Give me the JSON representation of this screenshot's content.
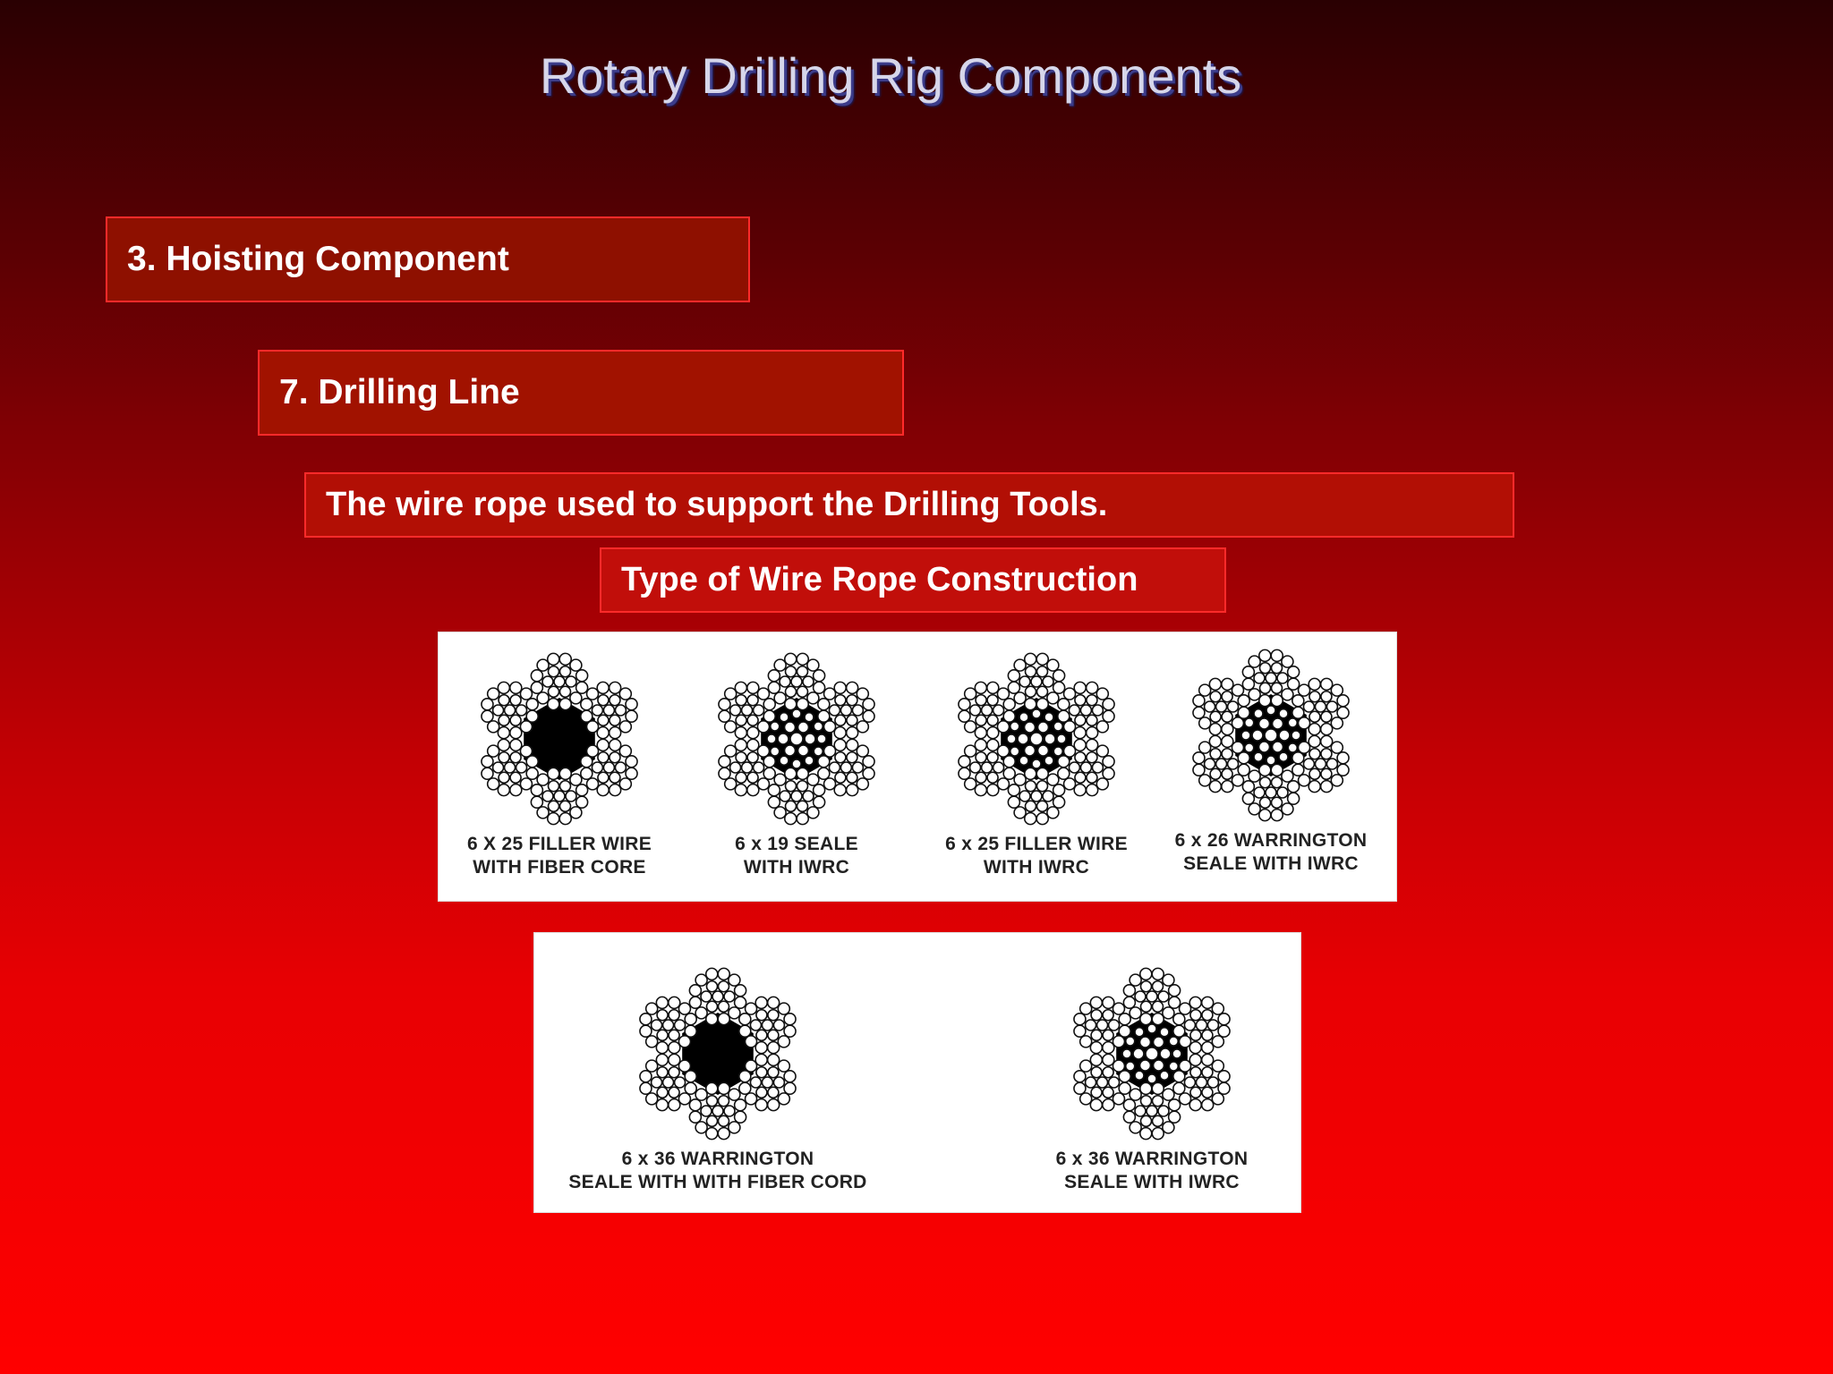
{
  "slide": {
    "title": "Rotary Drilling Rig Components",
    "heading_hoisting": "3. Hoisting Component",
    "heading_drilling_line": "7. Drilling Line",
    "definition": "The wire rope used to support the Drilling Tools.",
    "subheading": "Type of Wire Rope Construction"
  },
  "ropes": [
    {
      "line1": "6 X 25 FILLER WIRE",
      "line2": "WITH FIBER CORE",
      "core": "fiber"
    },
    {
      "line1": "6 x 19 SEALE",
      "line2": "WITH IWRC",
      "core": "iwrc"
    },
    {
      "line1": "6 x 25 FILLER WIRE",
      "line2": "WITH IWRC",
      "core": "iwrc"
    },
    {
      "line1": "6 x 26  WARRINGTON",
      "line2": "SEALE WITH IWRC",
      "core": "iwrc"
    },
    {
      "line1": "6 x 36  WARRINGTON",
      "line2": "SEALE WITH WITH FIBER CORD",
      "core": "fiber"
    },
    {
      "line1": "6 x 36  WARRINGTON",
      "line2": "SEALE WITH IWRC",
      "core": "iwrc"
    }
  ]
}
